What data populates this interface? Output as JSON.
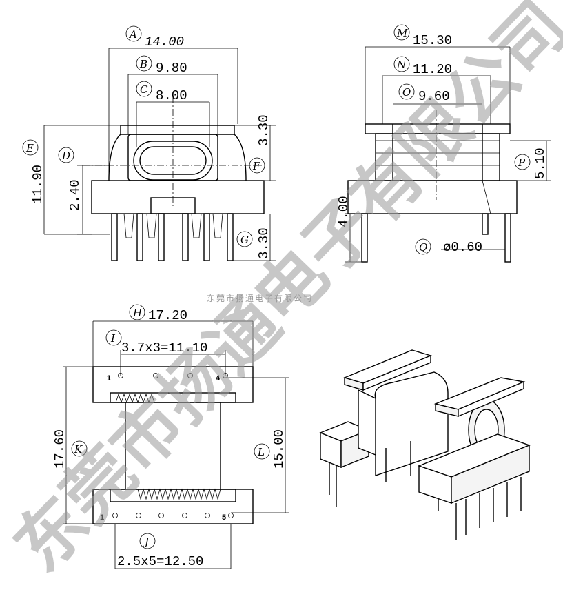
{
  "watermark": {
    "large": "东莞市扬通电子有限公司",
    "small": "东莞市扬通电子有限公司"
  },
  "front_view": {
    "A": {
      "letter": "A",
      "value": "14.00"
    },
    "B": {
      "letter": "B",
      "value": "9.80"
    },
    "C": {
      "letter": "C",
      "value": "8.00"
    },
    "E": {
      "letter": "E",
      "value": "11.90"
    },
    "D": {
      "letter": "D",
      "value": "2.40"
    },
    "F": {
      "letter": "F",
      "value": "3.30"
    },
    "G": {
      "letter": "G",
      "value": "3.30"
    }
  },
  "side_view": {
    "M": {
      "letter": "M",
      "value": "15.30"
    },
    "N": {
      "letter": "N",
      "value": "11.20"
    },
    "O": {
      "letter": "O",
      "value": "9.60"
    },
    "P": {
      "letter": "P",
      "value": "5.10"
    },
    "pin_len": "4.00",
    "Q": {
      "letter": "Q",
      "value": "ø0.60"
    }
  },
  "bottom_view": {
    "H": {
      "letter": "H",
      "value": "17.20"
    },
    "I": {
      "letter": "I",
      "value": "3.7x3=11.10"
    },
    "K": {
      "letter": "K",
      "value": "17.60"
    },
    "L": {
      "letter": "L",
      "value": "15.00"
    },
    "J": {
      "letter": "J",
      "value": "2.5x5=12.50"
    },
    "pins_top": [
      "1",
      "4"
    ],
    "pins_bottom": [
      "1",
      "5"
    ]
  }
}
